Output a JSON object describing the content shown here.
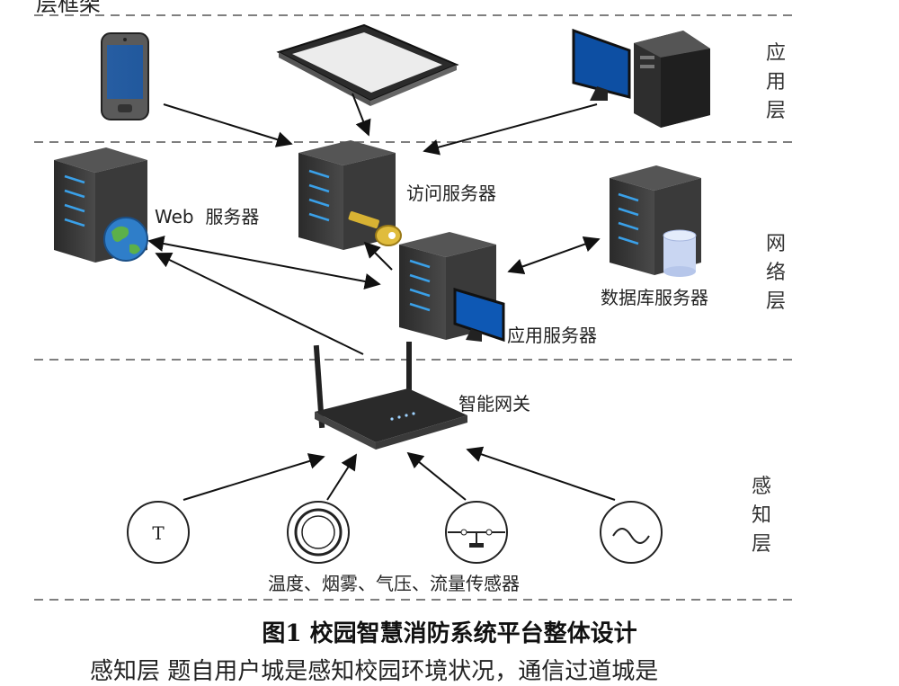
{
  "top_text_fragment": "层框架",
  "layers": {
    "application": "应用层",
    "network": "网络层",
    "perception": "感知层"
  },
  "nodes": {
    "web_server": "Web  服务器",
    "access_server": "访问服务器",
    "database_server": "数据库服务器",
    "app_server": "应用服务器",
    "gateway": "智能网关",
    "sensors": "温度、烟雾、气压、流量传感器",
    "temp_sensor_symbol": "T"
  },
  "caption": "图1   校园智慧消防系统平台整体设计",
  "body_text_fragment": "感知层  题自用户城是感知校园环境状况，通信过道城是"
}
